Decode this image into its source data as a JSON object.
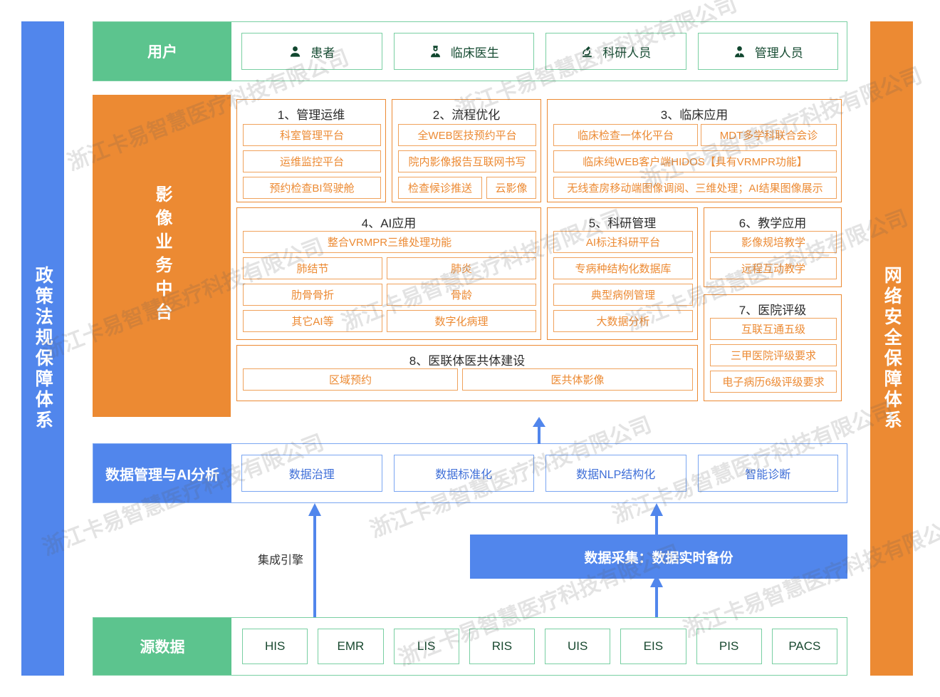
{
  "colors": {
    "green": "#5cc48e",
    "orange": "#ec8a33",
    "blue": "#5186ec",
    "orange_text": "#ec8a33",
    "blue_text": "#3f6fd8",
    "green_text": "#18482f"
  },
  "watermark": {
    "text": "浙江卡易智慧医疗科技有限公司"
  },
  "left_bar": {
    "label": "政策法规保障体系"
  },
  "right_bar": {
    "label": "网络安全保障体系"
  },
  "users": {
    "label": "用户",
    "items": [
      {
        "icon": "user-icon",
        "label": "患者"
      },
      {
        "icon": "doctor-icon",
        "label": "临床医生"
      },
      {
        "icon": "microscope-icon",
        "label": "科研人员"
      },
      {
        "icon": "manager-icon",
        "label": "管理人员"
      }
    ]
  },
  "middle": {
    "label": "影像业务中台",
    "groups": [
      {
        "title": "1、管理运维",
        "rows": [
          [
            "科室管理平台"
          ],
          [
            "运维监控平台"
          ],
          [
            "预约检查BI驾驶舱"
          ]
        ]
      },
      {
        "title": "2、流程优化",
        "rows": [
          [
            "全WEB医技预约平台"
          ],
          [
            "院内影像报告互联网书写"
          ],
          [
            "检查候诊推送",
            "云影像"
          ]
        ]
      },
      {
        "title": "3、临床应用",
        "rows": [
          [
            "临床检查一体化平台",
            "MDT多学科联合会诊"
          ],
          [
            "临床纯WEB客户端HIDOS【具有VRMPR功能】"
          ],
          [
            "无线查房移动端图像调阅、三维处理；AI结果图像展示"
          ]
        ]
      },
      {
        "title": "4、AI应用",
        "rows": [
          [
            "整合VRMPR三维处理功能"
          ],
          [
            "肺结节",
            "肺炎"
          ],
          [
            "肋骨骨折",
            "骨龄"
          ],
          [
            "其它AI等",
            "数字化病理"
          ]
        ]
      },
      {
        "title": "5、科研管理",
        "rows": [
          [
            "AI标注科研平台"
          ],
          [
            "专病种结构化数据库"
          ],
          [
            "典型病例管理"
          ],
          [
            "大数据分析"
          ]
        ]
      },
      {
        "title": "6、教学应用",
        "rows": [
          [
            "影像规培教学"
          ],
          [
            "远程互动教学"
          ]
        ]
      },
      {
        "title": "7、医院评级",
        "rows": [
          [
            "互联互通五级"
          ],
          [
            "三甲医院评级要求"
          ],
          [
            "电子病历6级评级要求"
          ]
        ]
      },
      {
        "title": "8、医联体医共体建设",
        "rows": [
          [
            "区域预约",
            "医共体影像"
          ]
        ]
      }
    ]
  },
  "data_mgmt": {
    "label": "数据管理与AI分析",
    "items": [
      "数据治理",
      "数据标准化",
      "数据NLP结构化",
      "智能诊断"
    ]
  },
  "middle_gap": {
    "engine_label": "集成引擎",
    "collect_label": "数据采集：数据实时备份"
  },
  "source": {
    "label": "源数据",
    "items": [
      "HIS",
      "EMR",
      "LIS",
      "RIS",
      "UIS",
      "EIS",
      "PIS",
      "PACS"
    ]
  }
}
